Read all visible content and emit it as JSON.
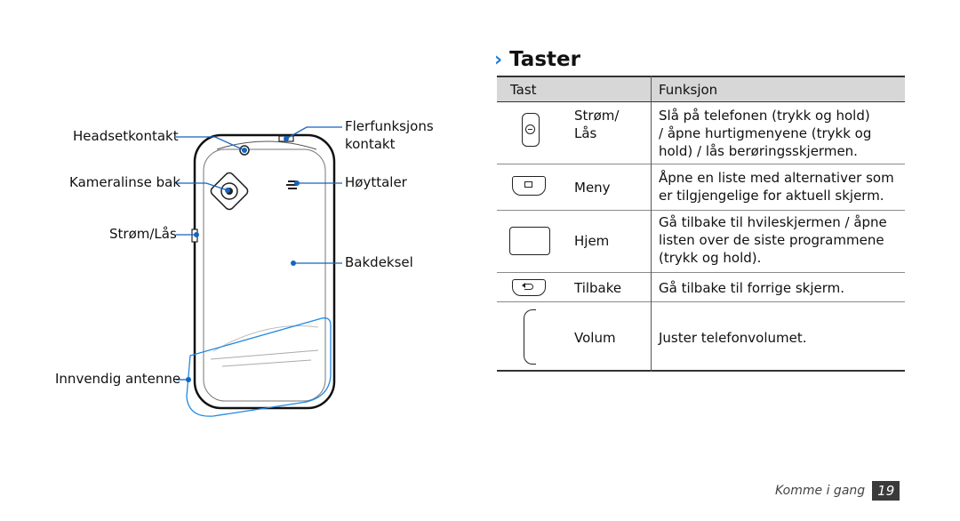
{
  "phone_labels": {
    "headset": "Headsetkontakt",
    "camera": "Kameralinse bak",
    "power": "Strøm/Lås",
    "antenna": "Innvendig antenne",
    "multi_1": "Flerfunksjons",
    "multi_2": "kontakt",
    "speaker": "Høyttaler",
    "cover": "Bakdeksel"
  },
  "section": {
    "chevron": "›",
    "title": "Taster"
  },
  "table": {
    "headers": {
      "key": "Tast",
      "function": "Funksjon"
    },
    "rows": [
      {
        "name": [
          "Strøm/",
          "Lås"
        ],
        "icon": "power-key-icon",
        "desc": [
          "Slå på telefonen (trykk og hold)",
          "/ åpne hurtigmenyene (trykk og",
          "hold) / lås berøringsskjermen."
        ]
      },
      {
        "name": [
          "Meny"
        ],
        "icon": "menu-key-icon",
        "desc": [
          "Åpne en liste med alternativer som",
          "er tilgjengelige for aktuell skjerm."
        ]
      },
      {
        "name": [
          "Hjem"
        ],
        "icon": "home-key-icon",
        "desc": [
          "Gå tilbake til hvileskjermen / åpne",
          "listen over de siste programmene",
          "(trykk og hold)."
        ]
      },
      {
        "name": [
          "Tilbake"
        ],
        "icon": "back-key-icon",
        "desc": [
          "Gå tilbake til forrige skjerm."
        ]
      },
      {
        "name": [
          "Volum"
        ],
        "icon": "volume-key-icon",
        "desc": [
          "Juster telefonvolumet."
        ]
      }
    ]
  },
  "footer": {
    "section": "Komme i gang",
    "page": "19"
  },
  "colors": {
    "accent": "#1a7fd9",
    "callout": "#1565c0",
    "header_bg": "#d7d7d7"
  }
}
